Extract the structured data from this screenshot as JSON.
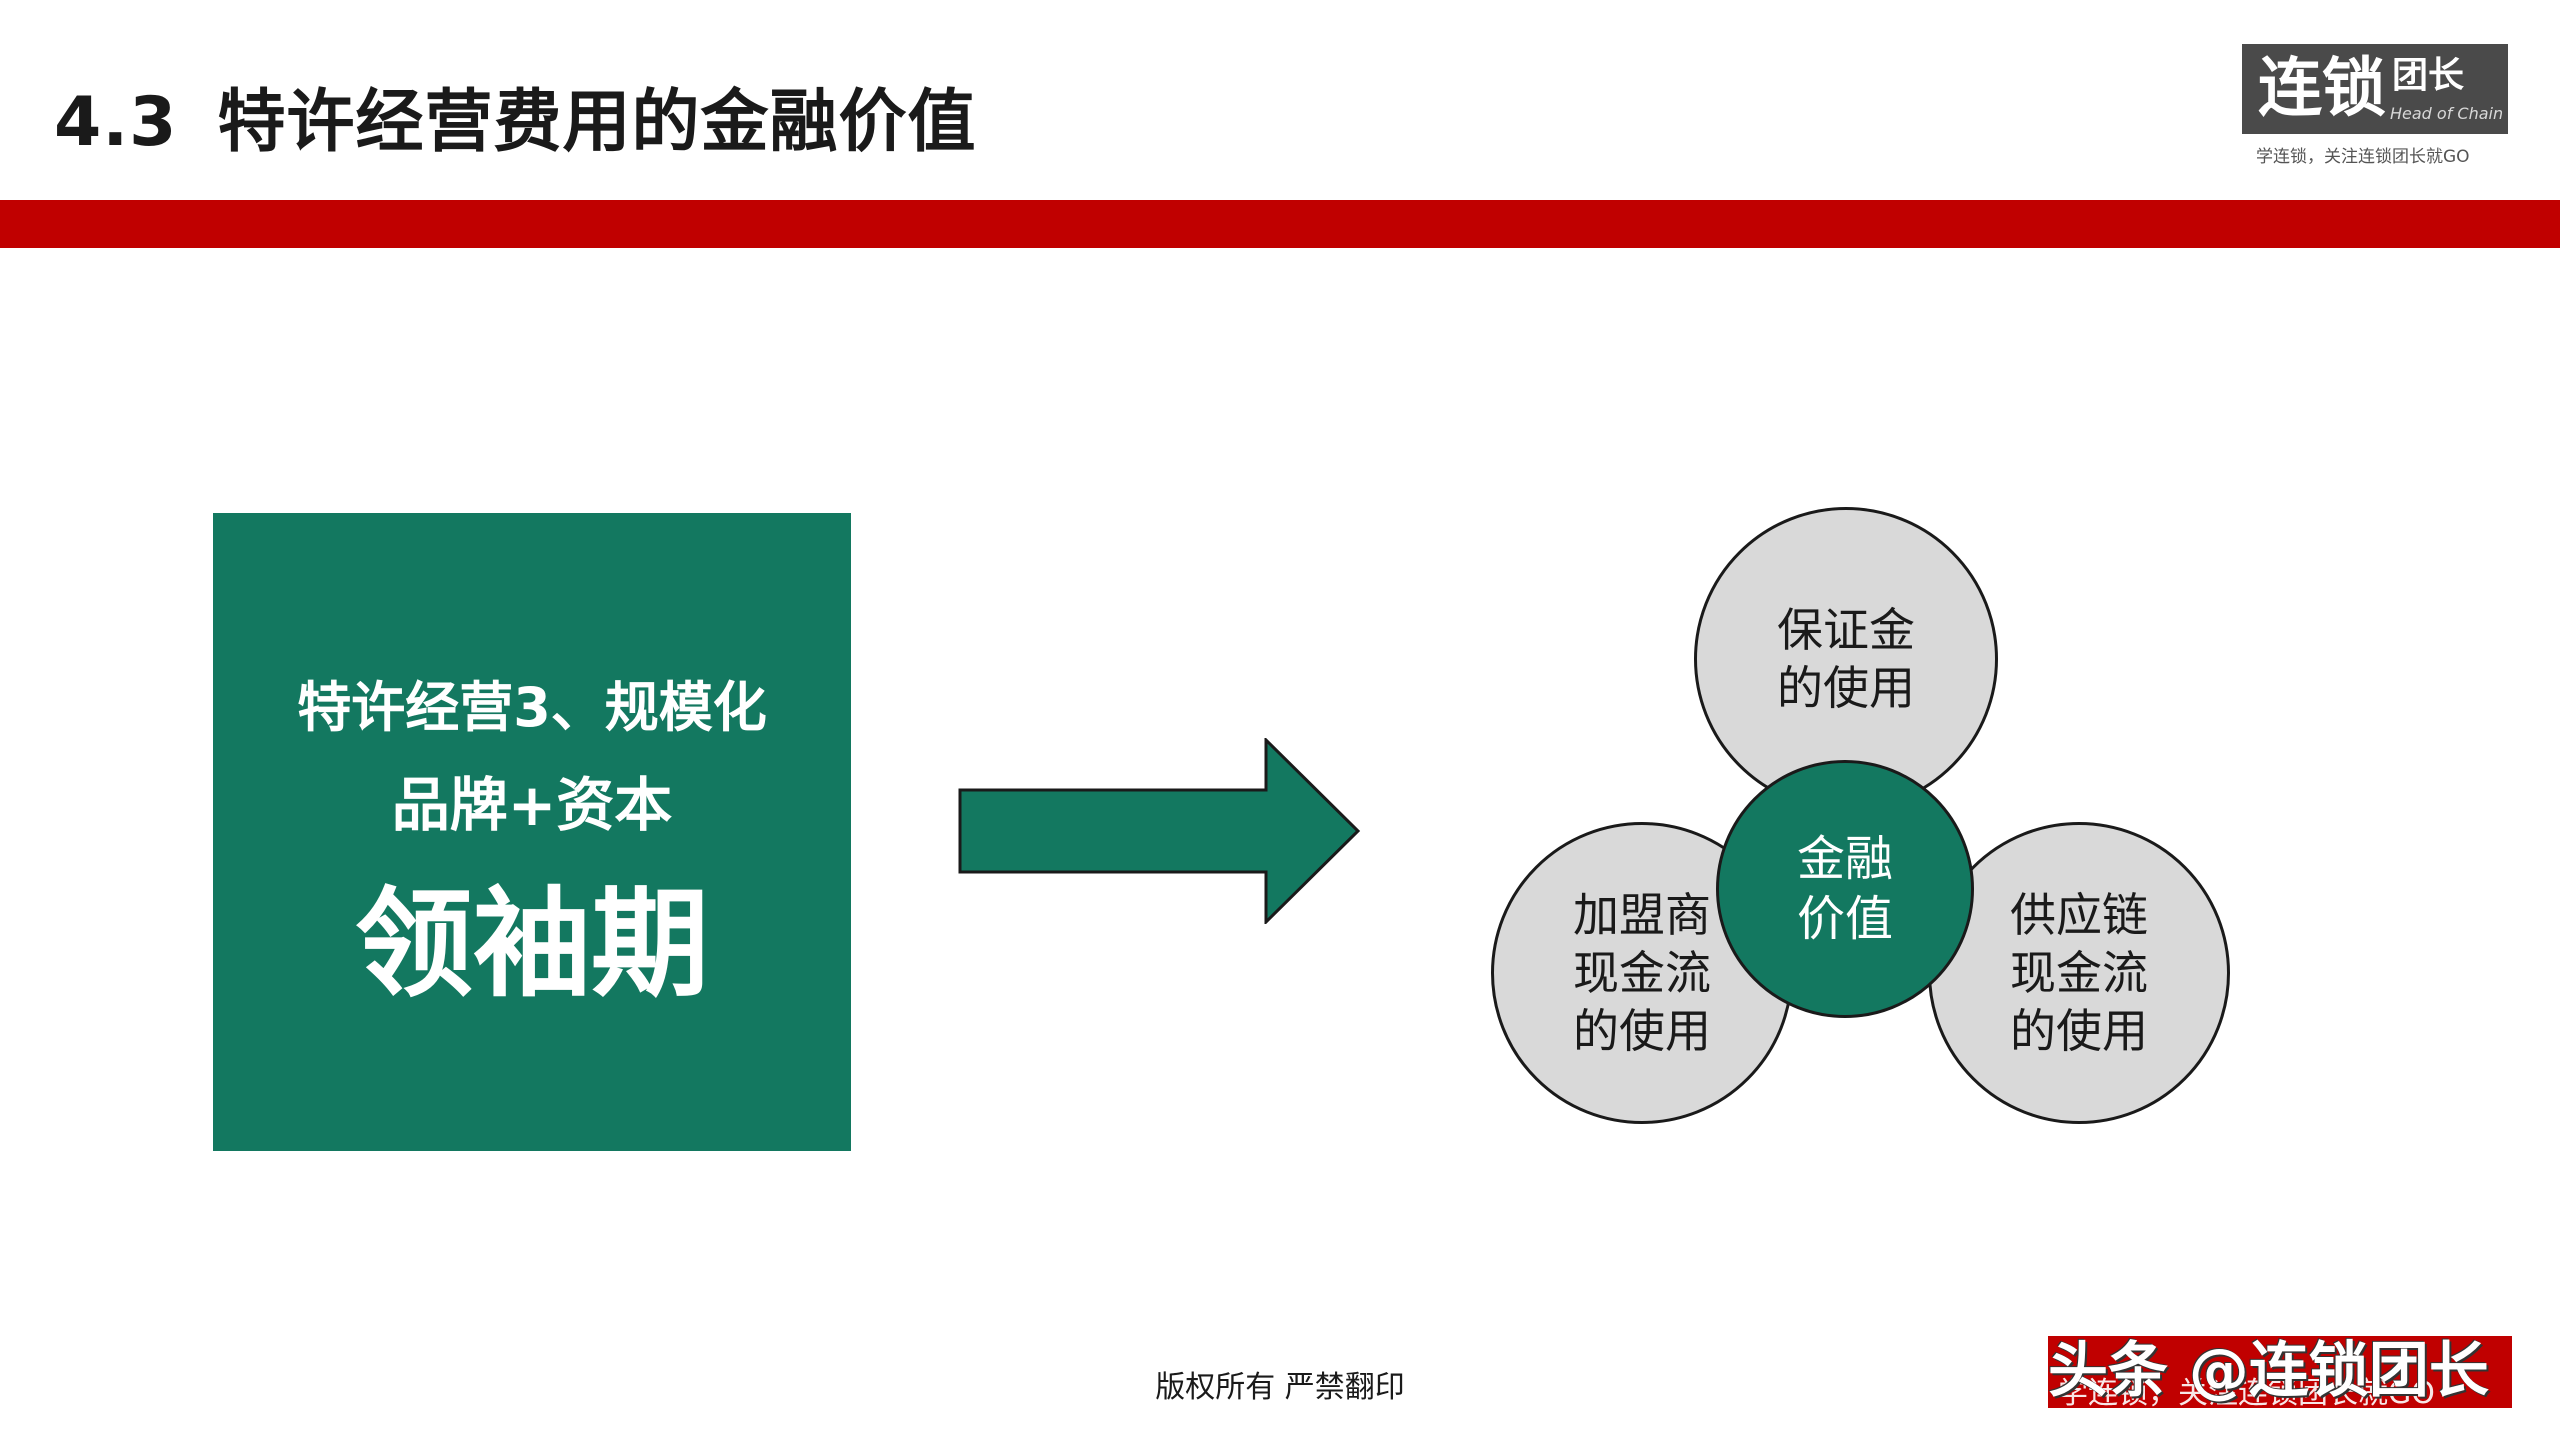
{
  "header": {
    "section_number": "4.3",
    "title": "特许经营费用的金融价值"
  },
  "logo": {
    "main": "连锁",
    "sub": "团长",
    "english": "Head of Chain",
    "tagline": "学连锁，关注连锁团长就GO"
  },
  "colors": {
    "accent_red": "#c00000",
    "brand_green": "#137860",
    "circle_gray": "#d9d9d9"
  },
  "stage_box": {
    "line1": "特许经营3、规模化",
    "line2": "品牌+资本",
    "line3": "领袖期"
  },
  "diagram": {
    "center": "金融\n价值",
    "top": "保证金\n的使用",
    "left": "加盟商\n现金流\n的使用",
    "right": "供应链\n现金流\n的使用"
  },
  "footer": {
    "copyright": "版权所有  严禁翻印"
  },
  "watermark": {
    "text": "头条 @连锁团长",
    "tagline": "学连锁，关注连锁团长就GO"
  }
}
